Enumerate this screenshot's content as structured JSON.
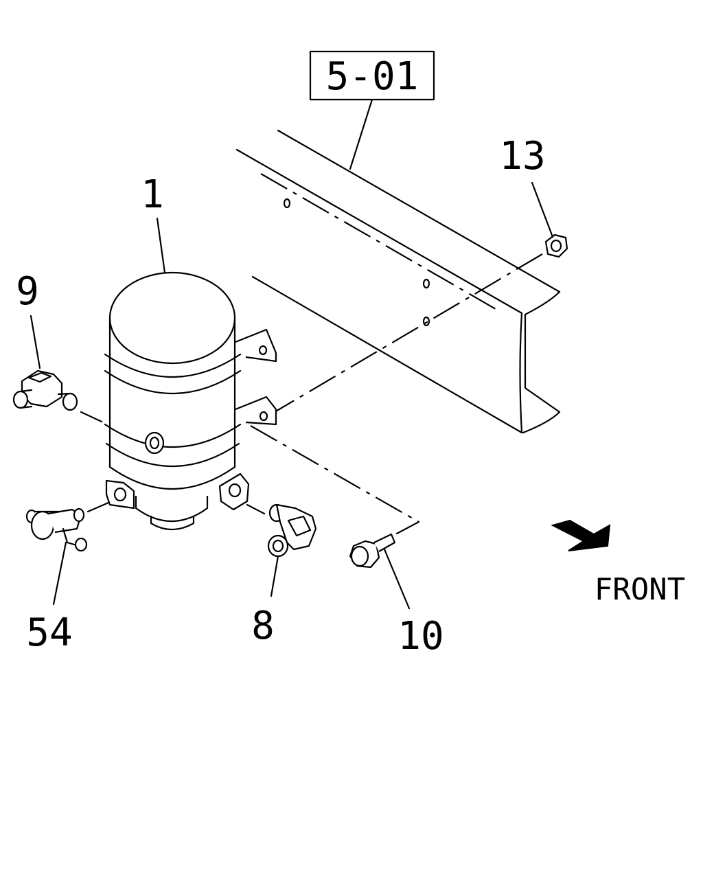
{
  "reference_box": {
    "text": "5-01"
  },
  "callouts": [
    {
      "id": "1",
      "text": "1"
    },
    {
      "id": "9",
      "text": "9"
    },
    {
      "id": "13",
      "text": "13"
    },
    {
      "id": "54",
      "text": "54"
    },
    {
      "id": "8",
      "text": "8"
    },
    {
      "id": "10",
      "text": "10"
    }
  ],
  "direction_indicator": {
    "text": "FRONT",
    "icon": "arrow-icon"
  },
  "colors": {
    "line": "#000000",
    "background": "#ffffff"
  }
}
